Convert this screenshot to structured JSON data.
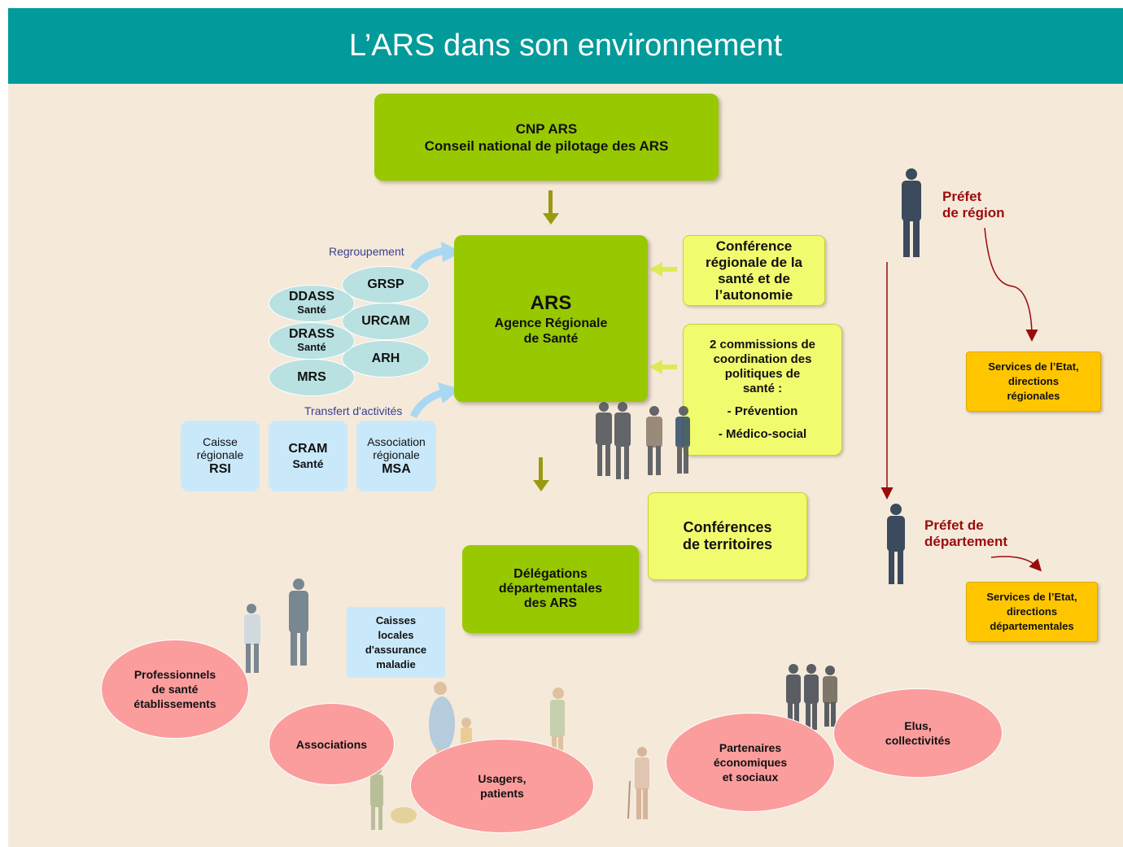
{
  "title": "L’ARS dans son environnement",
  "cnp": {
    "line1": "CNP ARS",
    "line2": "Conseil national de pilotage des ARS"
  },
  "ars": {
    "acronym": "ARS",
    "line1": "Agence Régionale",
    "line2": "de Santé"
  },
  "conference_regionale": {
    "line1": "Conférence",
    "line2": "régionale de  la",
    "line3": "santé et de",
    "line4": "l’autonomie"
  },
  "commissions": {
    "line1": "2 commissions de",
    "line2": "coordination des",
    "line3": "politiques de",
    "line4": "santé :",
    "item1": "- Prévention",
    "item2": "- Médico-social"
  },
  "regroupement_label": "Regroupement",
  "transfert_label": "Transfert d'activités",
  "regrouped": {
    "ddass": {
      "name": "DDASS",
      "sub": "Santé"
    },
    "drass": {
      "name": "DRASS",
      "sub": "Santé"
    },
    "mrs": "MRS",
    "grsp": "GRSP",
    "urcam": "URCAM",
    "arh": "ARH"
  },
  "caisses": {
    "rsi": {
      "line1": "Caisse",
      "line2": "régionale",
      "name": "RSI"
    },
    "cram": {
      "name": "CRAM",
      "sub": "Santé"
    },
    "msa": {
      "line1": "Association",
      "line2": "régionale",
      "name": "MSA"
    }
  },
  "conferences_territoires": {
    "line1": "Conférences",
    "line2": "de territoires"
  },
  "delegations": {
    "line1": "Délégations",
    "line2": "départementales",
    "line3": "des ARS"
  },
  "caisses_locales": {
    "line1": "Caisses",
    "line2": "locales",
    "line3": "d'assurance",
    "line4": "maladie"
  },
  "prefet_region": {
    "line1": "Préfet",
    "line2": "de région"
  },
  "prefet_departement": {
    "line1": "Préfet de",
    "line2": "département"
  },
  "services_regionaux": {
    "line1": "Services de l’Etat,",
    "line2": "directions",
    "line3": "régionales"
  },
  "services_departementaux": {
    "line1": "Services de l’Etat,",
    "line2": "directions",
    "line3": "départementales"
  },
  "stakeholders": {
    "professionnels": {
      "line1": "Professionnels",
      "line2": "de santé",
      "line3": "établissements"
    },
    "associations": "Associations",
    "usagers": {
      "line1": "Usagers,",
      "line2": "patients"
    },
    "partenaires": {
      "line1": "Partenaires",
      "line2": "économiques",
      "line3": "et sociaux"
    },
    "elus": {
      "line1": "Elus,",
      "line2": "collectivités"
    }
  },
  "colors": {
    "header": "#029a9a",
    "background": "#f5e9da",
    "green": "#98c800",
    "light_green": "#f1fb6e",
    "orange": "#ffc600",
    "light_blue": "#c9e9fb",
    "teal_oval": "#b9e1e1",
    "pink_oval": "#fb9d9d",
    "prefet_red": "#9a0c0c",
    "arrow_olive": "#9a9a10"
  }
}
